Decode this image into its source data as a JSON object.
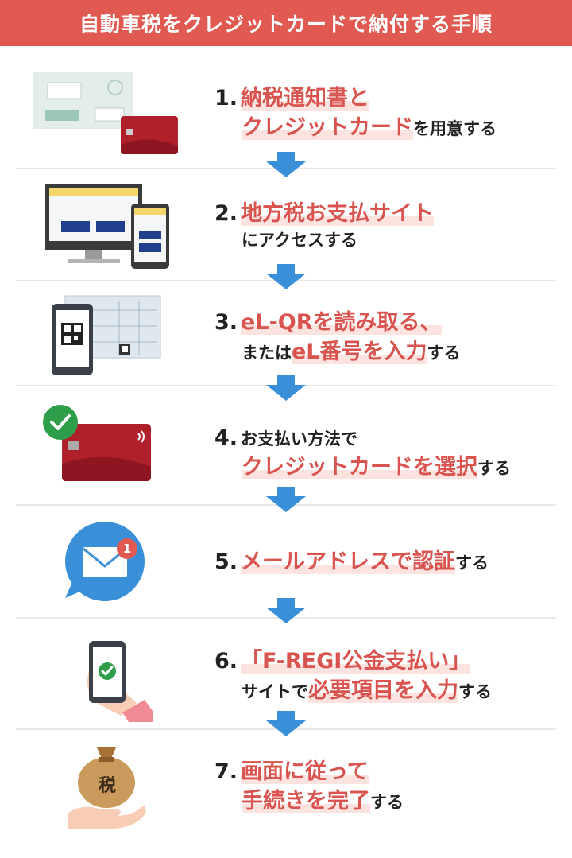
{
  "title": "自動車税をクレジットカードで納付する手順",
  "steps": [
    {
      "num": "1.",
      "l1": [
        {
          "t": "納税通知書と",
          "hl": true
        }
      ],
      "l2": [
        {
          "t": "クレジットカード",
          "hl": true
        },
        {
          "t": "を用意する",
          "hl": false
        }
      ]
    },
    {
      "num": "2.",
      "l1": [
        {
          "t": "地方税お支払サイト",
          "hl": true
        }
      ],
      "l2": [
        {
          "t": "にアクセスする",
          "hl": false
        }
      ]
    },
    {
      "num": "3.",
      "l1": [
        {
          "t": "eL-QRを読み取る、",
          "hl": true
        }
      ],
      "l2": [
        {
          "t": "または",
          "hl": false
        },
        {
          "t": "eL番号を入力",
          "hl": true
        },
        {
          "t": "する",
          "hl": false
        }
      ]
    },
    {
      "num": "4.",
      "l1": [
        {
          "t": "お支払い方法で",
          "hl": false
        }
      ],
      "l2": [
        {
          "t": "クレジットカードを選択",
          "hl": true
        },
        {
          "t": "する",
          "hl": false
        }
      ]
    },
    {
      "num": "5.",
      "l1": [
        {
          "t": "メールアドレスで認証",
          "hl": true
        },
        {
          "t": "する",
          "hl": false
        }
      ],
      "l2": []
    },
    {
      "num": "6.",
      "l1": [
        {
          "t": "「F-REGI公金支払い」",
          "hl": true
        }
      ],
      "l2": [
        {
          "t": "サイトで",
          "hl": false
        },
        {
          "t": "必要項目を入力",
          "hl": true
        },
        {
          "t": "する",
          "hl": false
        }
      ]
    },
    {
      "num": "7.",
      "l1": [
        {
          "t": "画面に従って",
          "hl": true
        }
      ],
      "l2": [
        {
          "t": "手続きを完了",
          "hl": true
        },
        {
          "t": "する",
          "hl": false
        }
      ]
    }
  ],
  "icons": {
    "step1": "tax-notice-and-credit-card-icon",
    "step2": "desktop-and-smartphone-icon",
    "step3": "qr-code-scan-icon",
    "step4": "credit-card-check-icon",
    "step5": "email-notification-icon",
    "step6": "smartphone-in-hand-icon",
    "step7": "tax-money-bag-icon"
  },
  "badge_count": "1",
  "tax_bag_label": "税",
  "colors": {
    "accent": "#e05a52",
    "highlight_text": "#d9534f",
    "highlight_bg": "#fde3df",
    "arrow": "#3a8fd9",
    "card": "#b0202a"
  }
}
